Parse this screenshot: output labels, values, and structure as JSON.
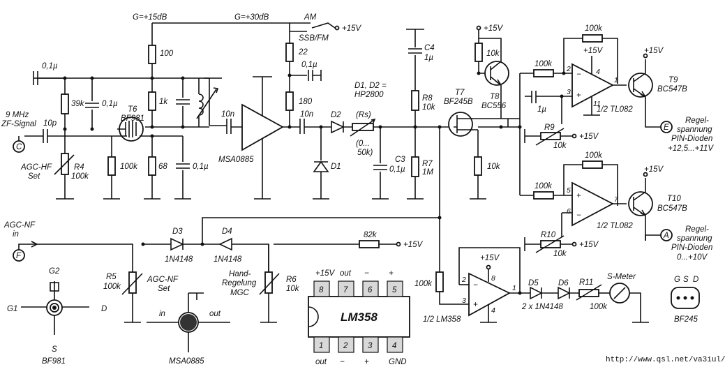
{
  "title": "",
  "gain_labels": {
    "g1": "G=+15dB",
    "g2": "G=+30dB"
  },
  "switch": {
    "am": "AM",
    "ssb": "SSB/FM"
  },
  "supply": "+15V",
  "input": {
    "freq": "9 MHz",
    "name": "ZF-Signal",
    "node": "C",
    "coupling": "10p"
  },
  "agc_hf": {
    "label1": "AGC-HF",
    "label2": "Set",
    "ref": "R4",
    "val": "100k"
  },
  "t6": {
    "ref": "T6",
    "type": "BF981"
  },
  "resistors": {
    "r39k": "39k",
    "r100k_a": "100k",
    "r1k": "1k",
    "r68": "68",
    "r100": "100",
    "r22": "22",
    "r180": "180",
    "r8": "R8",
    "r8v": "10k",
    "r7": "R7",
    "r7v": "1M",
    "r10k_t7": "10k",
    "r10k_t8": "10k",
    "r100k_op1": "100k",
    "r100k_fb1": "100k",
    "r100k_op2": "100k",
    "r100k_fb2": "100k",
    "r82k": "82k",
    "r100k_lm": "100k"
  },
  "caps": {
    "c01a": "0,1µ",
    "c01b": "0,1µ",
    "c01c": "0,1µ",
    "c01d": "0,1µ",
    "c10n_a": "10n",
    "c10n_b": "10n",
    "c4": "C4",
    "c4v": "1µ",
    "c3": "C3",
    "c3v": "0,1µ",
    "c1u": "1µ"
  },
  "msa": {
    "ref": "MSA0885"
  },
  "diodes": {
    "d1": "D1",
    "d2": "D2",
    "pair": "D1, D2 =",
    "pair_type": "HP2800"
  },
  "rs": {
    "label": "(Rs)",
    "range1": "(0...",
    "range2": "50k)"
  },
  "t7": {
    "ref": "T7",
    "type": "BF245B"
  },
  "t8": {
    "ref": "T8",
    "type": "BC556"
  },
  "op1": {
    "type": "1/2 TL082",
    "p2": "2",
    "p3": "3",
    "p4": "4",
    "p1": "1",
    "p11": "11"
  },
  "op2": {
    "type": "1/2 TL082",
    "p5": "5",
    "p6": "6",
    "p7": "7"
  },
  "t9": {
    "ref": "T9",
    "type": "BC547B"
  },
  "t10": {
    "ref": "T10",
    "type": "BC547B"
  },
  "r9": {
    "ref": "R9",
    "val": "10k"
  },
  "r10": {
    "ref": "R10",
    "val": "10k"
  },
  "out_e": {
    "node": "E",
    "l1": "Regel-",
    "l2": "spannung",
    "l3": "PIN-Dioden",
    "l4": "+12,5...+11V"
  },
  "out_a": {
    "node": "A",
    "l1": "Regel-",
    "l2": "spannung",
    "l3": "PIN-Dioden",
    "l4": "0...+10V"
  },
  "agc_nf": {
    "l1": "AGC-NF",
    "l2": "in",
    "node": "F",
    "set1": "AGC-NF",
    "set2": "Set",
    "ref": "R5",
    "val": "100k"
  },
  "d3": {
    "ref": "D3",
    "type": "1N4148"
  },
  "d4": {
    "ref": "D4",
    "type": "1N4148"
  },
  "hand": {
    "l1": "Hand-",
    "l2": "Regelung",
    "l3": "MGC",
    "ref": "R6",
    "val": "10k"
  },
  "lm358_ic": {
    "name": "LM358",
    "top_pins": [
      "8",
      "7",
      "6",
      "5"
    ],
    "bot_pins": [
      "1",
      "2",
      "3",
      "4"
    ],
    "top_labels": [
      "+15V",
      "out",
      "−",
      "+"
    ],
    "bot_labels": [
      "out",
      "−",
      "+",
      "GND"
    ]
  },
  "lm358_op": {
    "type": "1/2 LM358",
    "p2": "2",
    "p3": "3",
    "p8": "8",
    "p4": "4",
    "p1": "1"
  },
  "d5d6": {
    "d5": "D5",
    "d6": "D6",
    "type": "2 x 1N4148"
  },
  "r11": {
    "ref": "R11",
    "val": "100k"
  },
  "smeter": "S-Meter",
  "bf981_pin": {
    "g2": "G2",
    "g1": "G1",
    "d": "D",
    "s": "S",
    "name": "BF981"
  },
  "msa_pin": {
    "in": "in",
    "out": "out",
    "name": "MSA0885"
  },
  "bf245_pin": {
    "g": "G",
    "s": "S",
    "d": "D",
    "name": "BF245"
  },
  "url": "http://www.qsl.net/va3iul/"
}
